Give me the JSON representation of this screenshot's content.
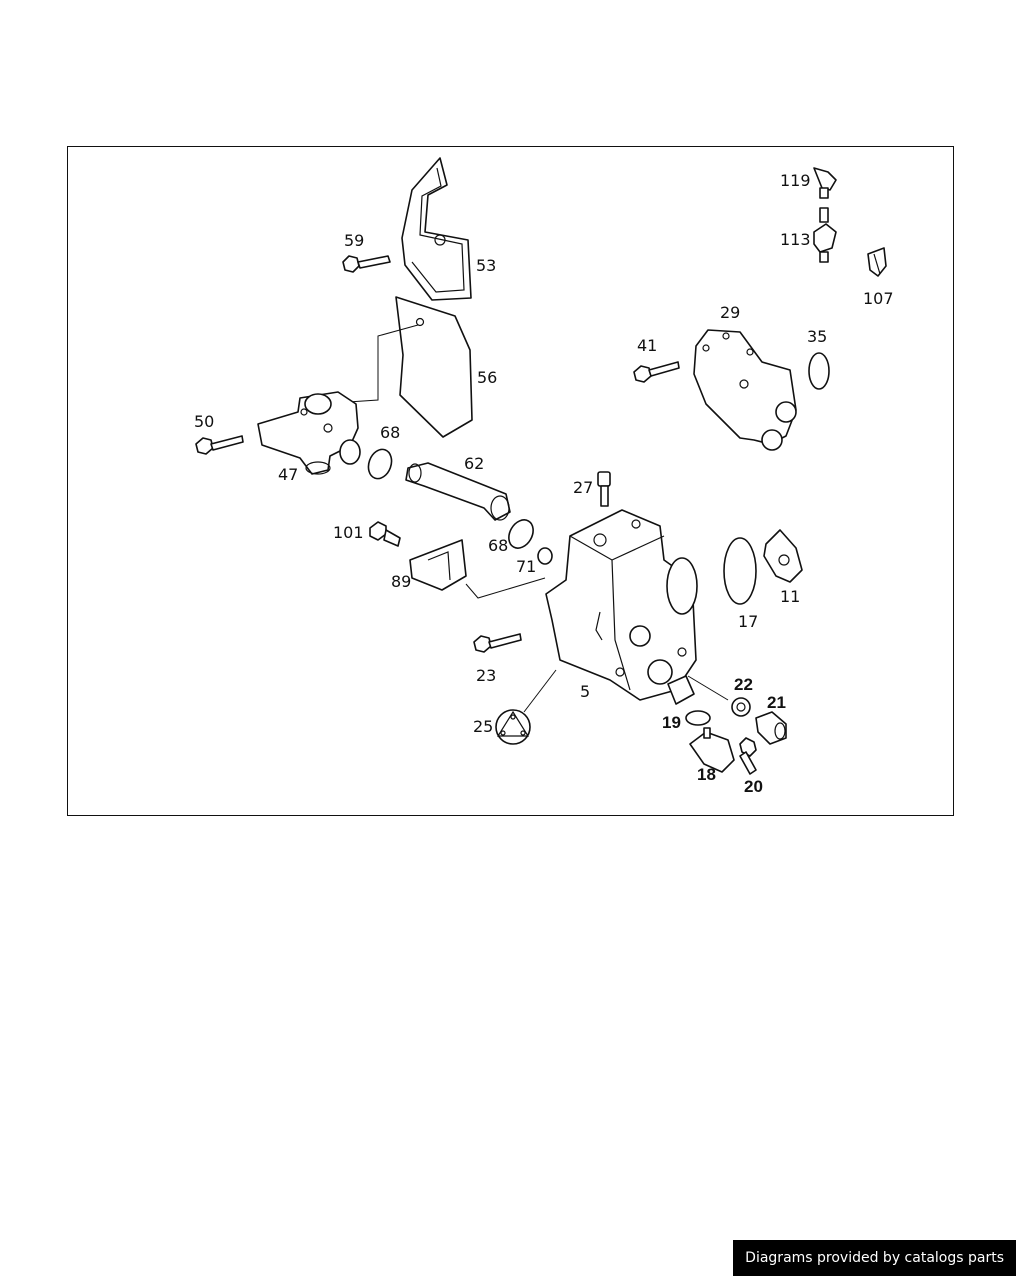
{
  "labels": {
    "p119": "119",
    "p113": "113",
    "p107": "107",
    "p59": "59",
    "p53": "53",
    "p56": "56",
    "p50": "50",
    "p47": "47",
    "p68a": "68",
    "p62": "62",
    "p29": "29",
    "p41": "41",
    "p35": "35",
    "p27": "27",
    "p101": "101",
    "p68b": "68",
    "p71": "71",
    "p89": "89",
    "p17": "17",
    "p11": "11",
    "p23": "23",
    "p5": "5",
    "p22": "22",
    "p21": "21",
    "p25": "25",
    "p19": "19",
    "p18": "18",
    "p20": "20"
  },
  "footer": {
    "credit": "Diagrams provided by catalogs parts"
  }
}
